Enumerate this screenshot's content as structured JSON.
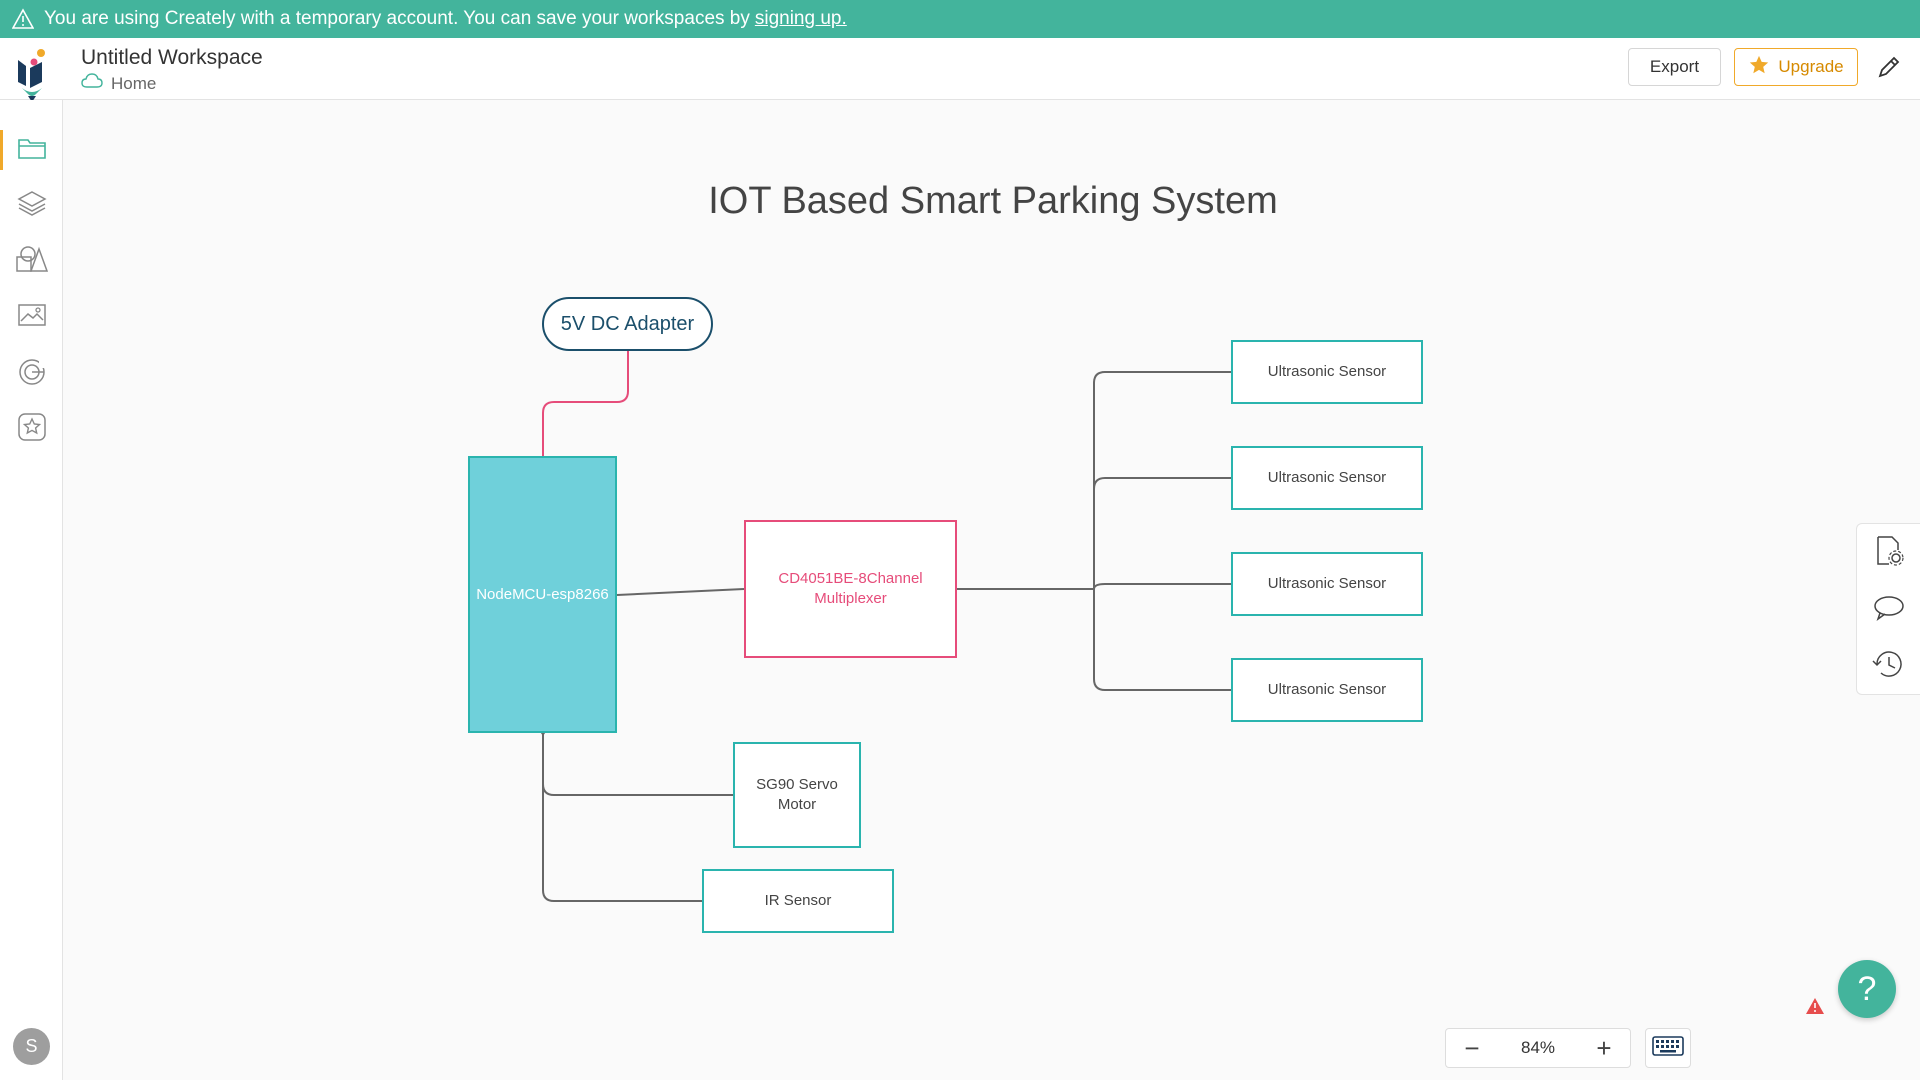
{
  "banner": {
    "text": "You are using Creately with a temporary account. You can save your workspaces by",
    "link": "signing up."
  },
  "header": {
    "workspace_title": "Untitled Workspace",
    "home_label": "Home",
    "export_label": "Export",
    "upgrade_label": "Upgrade"
  },
  "sidebar": {
    "items": [
      {
        "icon": "folder-icon"
      },
      {
        "icon": "layers-icon"
      },
      {
        "icon": "shapes-icon"
      },
      {
        "icon": "image-icon"
      },
      {
        "icon": "google-icon"
      },
      {
        "icon": "plugins-icon"
      }
    ],
    "avatar_initial": "S"
  },
  "diagram": {
    "title": "IOT Based Smart Parking System",
    "adapter": "5V DC Adapter",
    "mcu": "NodeMCU-esp8266",
    "mux": "CD4051BE-8Channel Multiplexer",
    "sensor1": "Ultrasonic Sensor",
    "sensor2": "Ultrasonic Sensor",
    "sensor3": "Ultrasonic Sensor",
    "sensor4": "Ultrasonic Sensor",
    "servo": "SG90 Servo Motor",
    "ir": "IR Sensor"
  },
  "zoom": {
    "level": "84%"
  },
  "colors": {
    "brand_green": "#43b49c",
    "teal": "#2ab4ae",
    "pink": "#e64c7a",
    "mcu_fill": "#6fd0da",
    "upgrade": "#f0a92a"
  }
}
